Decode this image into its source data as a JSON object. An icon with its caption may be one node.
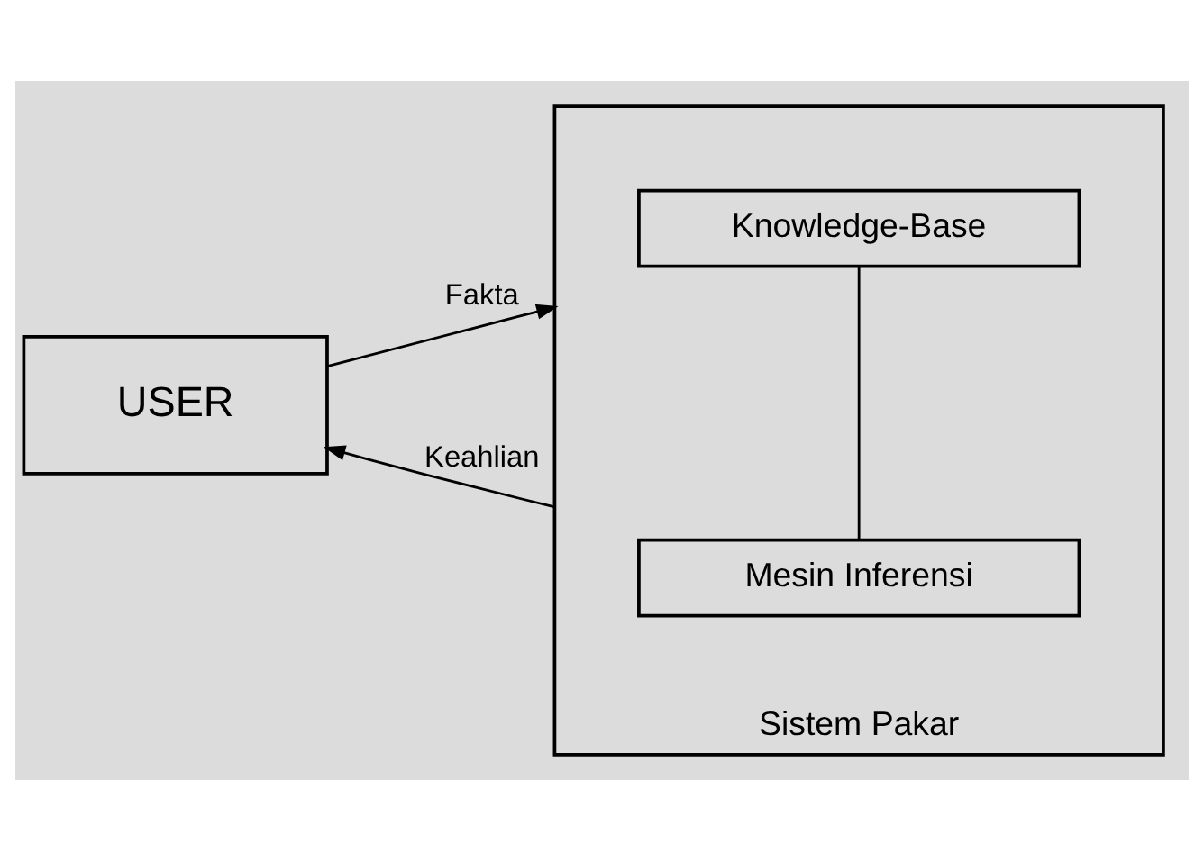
{
  "diagram": {
    "nodes": [
      {
        "text": [
          "USER"
        ]
      },
      {
        "text": [
          "Sistem Pakar"
        ]
      },
      {
        "text": [
          "Knowledge-Base"
        ],
        "in": 1
      },
      {
        "text": [
          "Mesin Inferensi"
        ],
        "in": 1
      }
    ],
    "edges": [
      {
        "from": 0,
        "to": 1,
        "label": "Fakta",
        "arrow": "to"
      },
      {
        "from": 1,
        "to": 0,
        "label": "Keahlian",
        "arrow": "to"
      },
      {
        "from": 2,
        "to": 3,
        "arrow": "none"
      }
    ]
  }
}
